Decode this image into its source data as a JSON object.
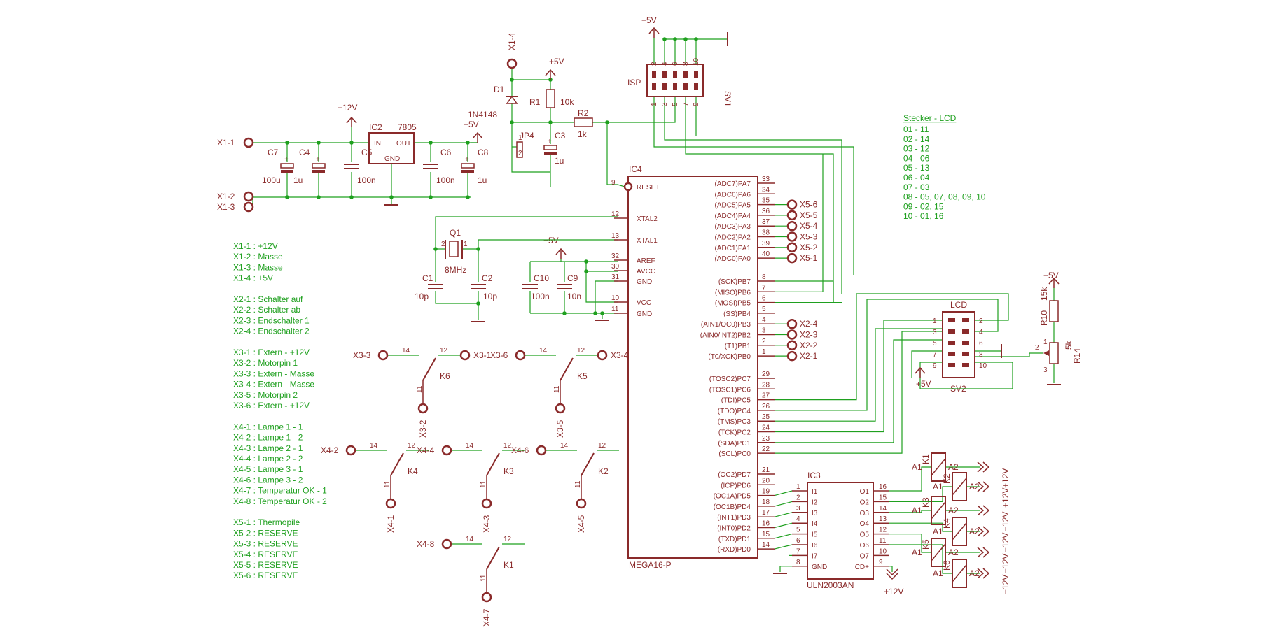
{
  "schematic": {
    "power": {
      "plus12v": "+12V",
      "plus5v": "+5V"
    },
    "regulator": {
      "ref": "IC2",
      "value": "7805",
      "in": "IN",
      "out": "OUT",
      "gnd": "GND"
    },
    "supply_caps": [
      {
        "ref": "C7",
        "value": "100u"
      },
      {
        "ref": "C4",
        "value": "1u"
      },
      {
        "ref": "C5",
        "value": "100n"
      },
      {
        "ref": "C6",
        "value": "100n"
      },
      {
        "ref": "C8",
        "value": "1u"
      }
    ],
    "supply_terminals": [
      "X1-1",
      "X1-2",
      "X1-3",
      "X1-4"
    ],
    "reset": {
      "diode_ref": "D1",
      "diode_value": "1N4148",
      "r1_ref": "R1",
      "r1_value": "10k",
      "r2_ref": "R2",
      "r2_value": "1k",
      "jumper": "JP4",
      "cap_ref": "C3",
      "cap_value": "1u"
    },
    "isp": {
      "ref": "SV1",
      "label": "ISP",
      "pins": [
        "1",
        "2",
        "3",
        "4",
        "5",
        "6",
        "7",
        "8",
        "9",
        "10"
      ]
    },
    "crystal": {
      "ref": "Q1",
      "value": "8MHz",
      "c1": "C1",
      "c1_value": "10p",
      "c2": "C2",
      "c2_value": "10p"
    },
    "avcc_caps": [
      {
        "ref": "C10",
        "value": "100n"
      },
      {
        "ref": "C9",
        "value": "10n"
      }
    ],
    "mcu": {
      "ref": "IC4",
      "value": "MEGA16-P",
      "left_pins": [
        {
          "num": "9",
          "name": "RESET"
        },
        {
          "num": "12",
          "name": "XTAL2"
        },
        {
          "num": "13",
          "name": "XTAL1"
        },
        {
          "num": "32",
          "name": "AREF"
        },
        {
          "num": "30",
          "name": "AVCC"
        },
        {
          "num": "31",
          "name": "GND"
        },
        {
          "num": "10",
          "name": "VCC"
        },
        {
          "num": "11",
          "name": "GND"
        }
      ],
      "right_pins": [
        {
          "num": "33",
          "name": "(ADC7)PA7"
        },
        {
          "num": "34",
          "name": "(ADC6)PA6"
        },
        {
          "num": "35",
          "name": "(ADC5)PA5"
        },
        {
          "num": "36",
          "name": "(ADC4)PA4"
        },
        {
          "num": "37",
          "name": "(ADC3)PA3"
        },
        {
          "num": "38",
          "name": "(ADC2)PA2"
        },
        {
          "num": "39",
          "name": "(ADC1)PA1"
        },
        {
          "num": "40",
          "name": "(ADC0)PA0"
        },
        {
          "num": "8",
          "name": "(SCK)PB7"
        },
        {
          "num": "7",
          "name": "(MISO)PB6"
        },
        {
          "num": "6",
          "name": "(MOSI)PB5"
        },
        {
          "num": "5",
          "name": "(SS)PB4"
        },
        {
          "num": "4",
          "name": "(AIN1/OC0)PB3"
        },
        {
          "num": "3",
          "name": "(AIN0/INT2)PB2"
        },
        {
          "num": "2",
          "name": "(T1)PB1"
        },
        {
          "num": "1",
          "name": "(T0/XCK)PB0"
        },
        {
          "num": "29",
          "name": "(TOSC2)PC7"
        },
        {
          "num": "28",
          "name": "(TOSC1)PC6"
        },
        {
          "num": "27",
          "name": "(TDI)PC5"
        },
        {
          "num": "26",
          "name": "(TDO)PC4"
        },
        {
          "num": "25",
          "name": "(TMS)PC3"
        },
        {
          "num": "24",
          "name": "(TCK)PC2"
        },
        {
          "num": "23",
          "name": "(SDA)PC1"
        },
        {
          "num": "22",
          "name": "(SCL)PC0"
        },
        {
          "num": "21",
          "name": "(OC2)PD7"
        },
        {
          "num": "20",
          "name": "(ICP)PD6"
        },
        {
          "num": "19",
          "name": "(OC1A)PD5"
        },
        {
          "num": "18",
          "name": "(OC1B)PD4"
        },
        {
          "num": "17",
          "name": "(INT1)PD3"
        },
        {
          "num": "16",
          "name": "(INT0)PD2"
        },
        {
          "num": "15",
          "name": "(TXD)PD1"
        },
        {
          "num": "14",
          "name": "(RXD)PD0"
        }
      ]
    },
    "porta_terminals": [
      "X5-6",
      "X5-5",
      "X5-4",
      "X5-3",
      "X5-2",
      "X5-1"
    ],
    "portb_terminals": [
      "X2-4",
      "X2-3",
      "X2-2",
      "X2-1"
    ],
    "lcd_connector": {
      "ref": "SV2",
      "label": "LCD",
      "pins": [
        "1",
        "2",
        "3",
        "4",
        "5",
        "6",
        "7",
        "8",
        "9",
        "10"
      ],
      "supply": "+5V"
    },
    "contrast_pot": {
      "r10_ref": "R10",
      "r10_value": "15k",
      "pot_ref": "R14",
      "pot_value": "5k",
      "pins": [
        "1",
        "2",
        "3"
      ]
    },
    "driver": {
      "ref": "IC3",
      "value": "ULN2003AN",
      "inputs": [
        {
          "num": "1",
          "name": "I1"
        },
        {
          "num": "2",
          "name": "I2"
        },
        {
          "num": "3",
          "name": "I3"
        },
        {
          "num": "4",
          "name": "I4"
        },
        {
          "num": "5",
          "name": "I5"
        },
        {
          "num": "6",
          "name": "I6"
        },
        {
          "num": "7",
          "name": "I7"
        },
        {
          "num": "8",
          "name": "GND"
        }
      ],
      "outputs": [
        {
          "num": "16",
          "name": "O1"
        },
        {
          "num": "15",
          "name": "O2"
        },
        {
          "num": "14",
          "name": "O3"
        },
        {
          "num": "13",
          "name": "O4"
        },
        {
          "num": "12",
          "name": "O5"
        },
        {
          "num": "11",
          "name": "O6"
        },
        {
          "num": "10",
          "name": "O7"
        },
        {
          "num": "9",
          "name": "CD+"
        }
      ],
      "supply": "+12V"
    },
    "relay_coils": [
      {
        "ref": "K1",
        "a1": "A1",
        "a2": "A2"
      },
      {
        "ref": "K2",
        "a1": "A1",
        "a2": "A2"
      },
      {
        "ref": "K3",
        "a1": "A1",
        "a2": "A2"
      },
      {
        "ref": "K4",
        "a1": "A1",
        "a2": "A2"
      },
      {
        "ref": "K5",
        "a1": "A1",
        "a2": "A2"
      },
      {
        "ref": "K6",
        "a1": "A1",
        "a2": "A2"
      }
    ],
    "relay_contacts": [
      {
        "ref": "K6",
        "left": "X3-3",
        "right": "X3-1",
        "bottom": "X3-2",
        "p14": "14",
        "p12": "12",
        "p11": "11"
      },
      {
        "ref": "K5",
        "left": "X3-6",
        "right": "X3-4",
        "bottom": "X3-5",
        "p14": "14",
        "p12": "12",
        "p11": "11"
      },
      {
        "ref": "K4",
        "left": "X4-2",
        "right": "",
        "bottom": "X4-1",
        "p14": "14",
        "p12": "12",
        "p11": "11"
      },
      {
        "ref": "K3",
        "left": "X4-4",
        "right": "",
        "bottom": "X4-3",
        "p14": "14",
        "p12": "12",
        "p11": "11"
      },
      {
        "ref": "K2",
        "left": "X4-6",
        "right": "",
        "bottom": "X4-5",
        "p14": "14",
        "p12": "12",
        "p11": "11"
      },
      {
        "ref": "K1",
        "left": "X4-8",
        "right": "",
        "bottom": "X4-7",
        "p14": "14",
        "p12": "12",
        "p11": "11"
      }
    ],
    "notes": [
      "X1-1 : +12V",
      "X1-2 : Masse",
      "X1-3 : Masse",
      "X1-4 : +5V",
      "",
      "X2-1 : Schalter auf",
      "X2-2 : Schalter ab",
      "X2-3 : Endschalter 1",
      "X2-4 : Endschalter 2",
      "",
      "X3-1 : Extern - +12V",
      "X3-2 : Motorpin 1",
      "X3-3 : Extern - Masse",
      "X3-4 : Extern - Masse",
      "X3-5 : Motorpin 2",
      "X3-6 : Extern - +12V",
      "",
      "X4-1 : Lampe 1 - 1",
      "X4-2 : Lampe 1 - 2",
      "X4-3 : Lampe 2 - 1",
      "X4-4 : Lampe 2 - 2",
      "X4-5 : Lampe 3 - 1",
      "X4-6 : Lampe 3 - 2",
      "X4-7 : Temperatur OK - 1",
      "X4-8 : Temperatur OK - 2",
      "",
      "X5-1 : Thermopile",
      "X5-2 : RESERVE",
      "X5-3 : RESERVE",
      "X5-4 : RESERVE",
      "X5-5 : RESERVE",
      "X5-6 : RESERVE"
    ],
    "lcd_map": {
      "title": "Stecker - LCD",
      "rows": [
        "01 - 11",
        "02 - 14",
        "03 - 12",
        "04 - 06",
        "05 - 13",
        "06 - 04",
        "07 - 03",
        "08 - 05, 07, 08, 09, 10",
        "09 - 02, 15",
        "10 - 01, 16"
      ]
    }
  }
}
